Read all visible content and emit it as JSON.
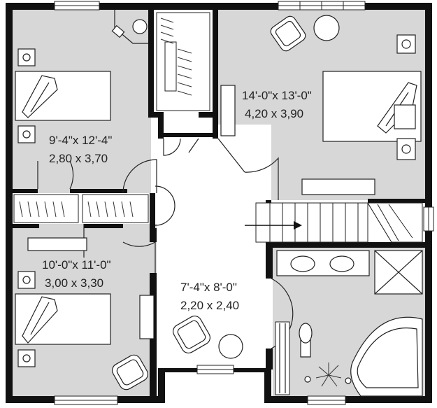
{
  "rooms": [
    {
      "id": "bedroom-top-left",
      "imperial": "9'-4\"x 12'-4\"",
      "metric": "2,80 x 3,70"
    },
    {
      "id": "bedroom-top-right",
      "imperial": "14'-0\"x 13'-0\"",
      "metric": "4,20 x 3,90"
    },
    {
      "id": "bedroom-bottom-left",
      "imperial": "10'-0\"x 11'-0\"",
      "metric": "3,00 x 3,30"
    },
    {
      "id": "hall",
      "imperial": "7'-4\"x 8'-0\"",
      "metric": "2,20 x 2,40"
    }
  ]
}
